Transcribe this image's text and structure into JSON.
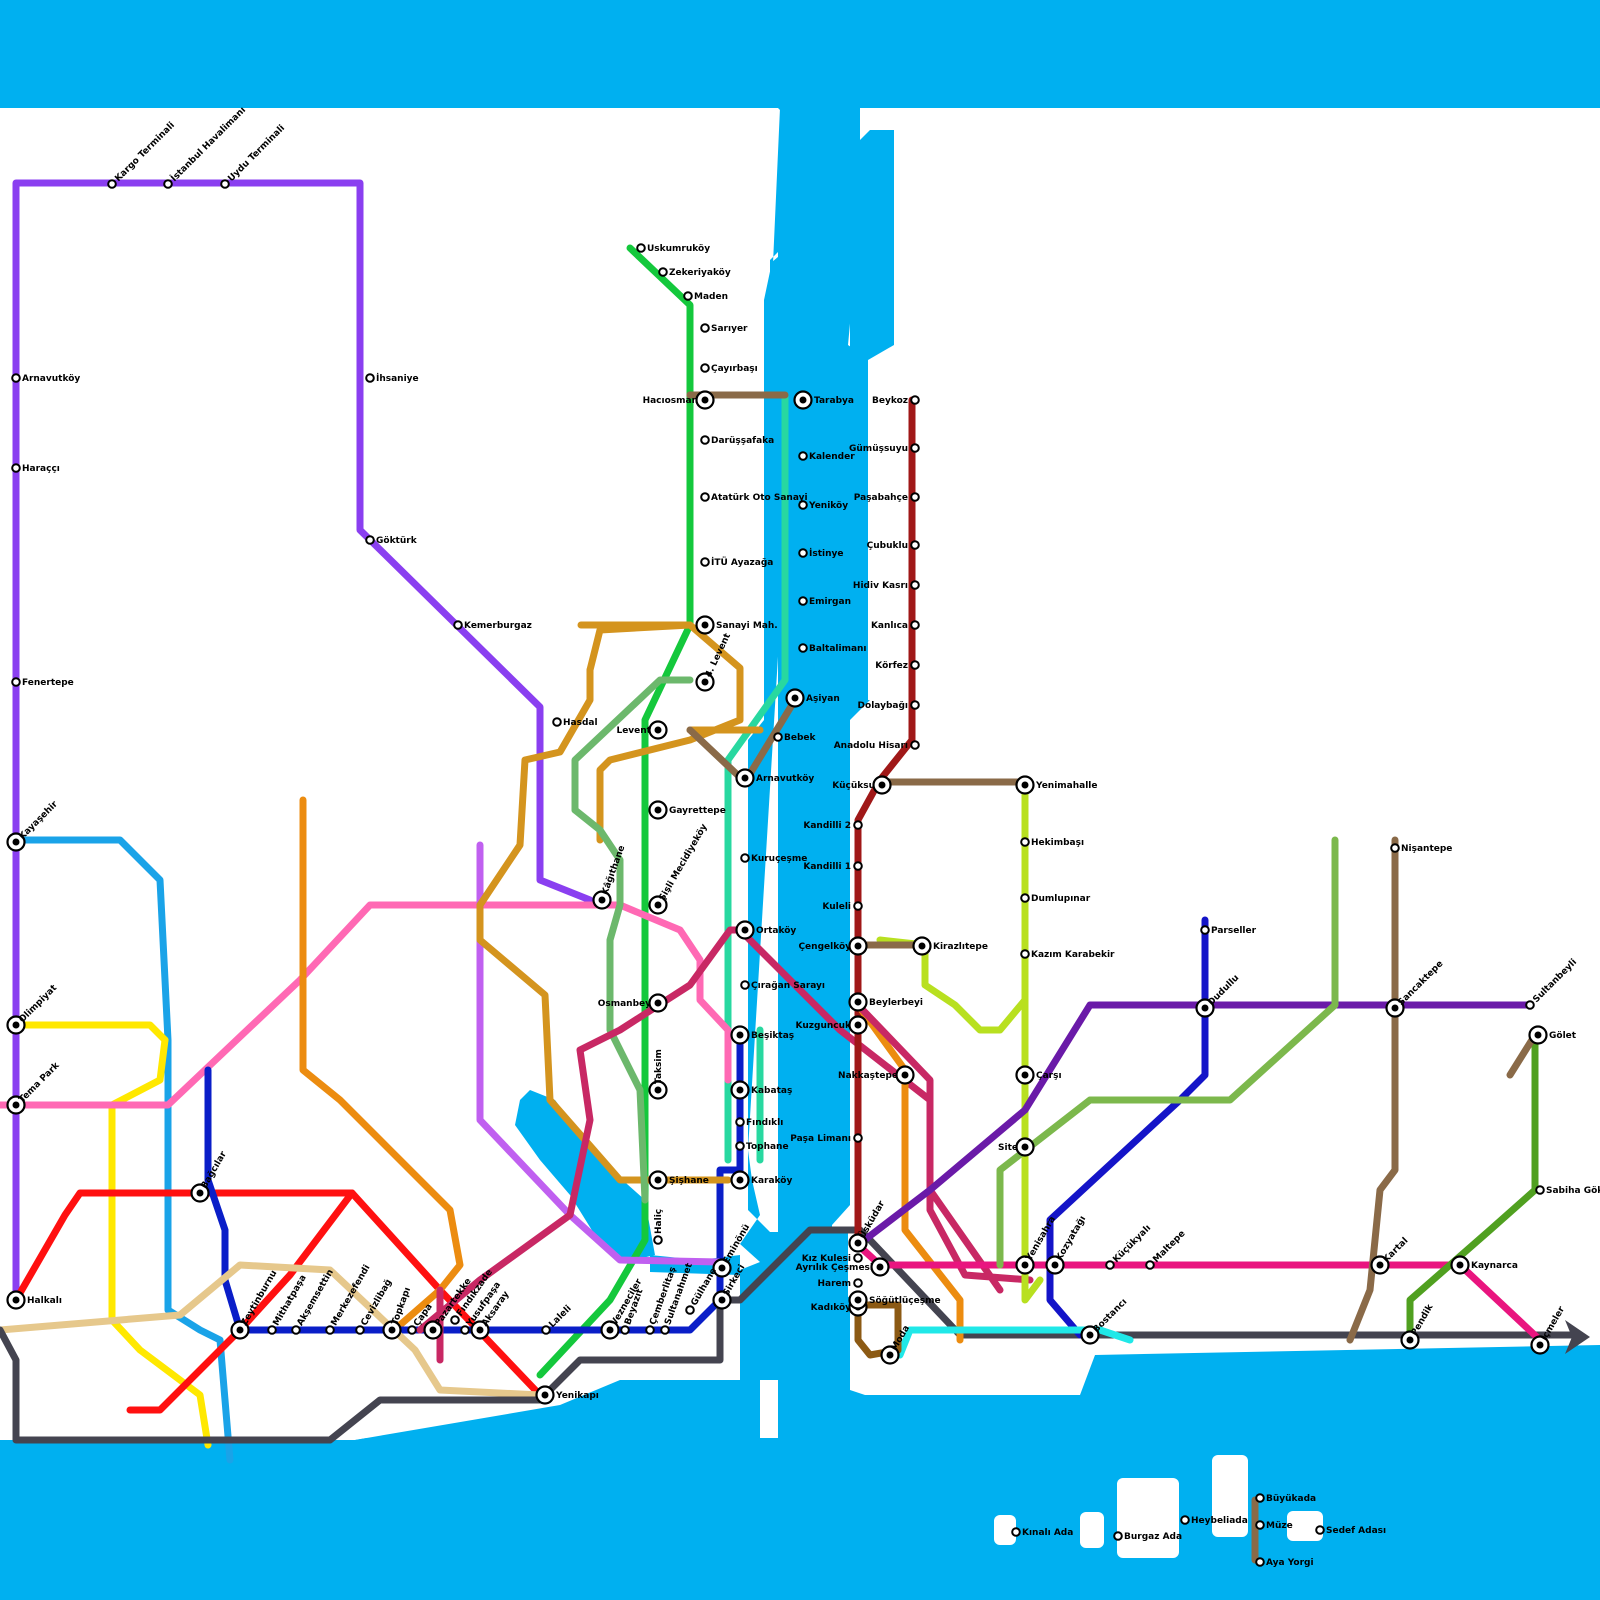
{
  "colors": {
    "water": "#00b0f0",
    "land": "#ffffff",
    "m1_airport": "#8a3ff0",
    "m2": "#14c83c",
    "m3_basaksehir": "#1aa3e8",
    "m4_kartal": "#e9157f",
    "m5": "#6a1aa8",
    "m6": "#8a6a48",
    "m7": "#f07ad0",
    "m9": "#ffe800",
    "m10": "#f47fbf",
    "m11": "#e8e800",
    "marmaray": "#444450",
    "halkali_red": "#ff1010",
    "orange": "#ec8c10",
    "tram_t1": "#0a1ec8",
    "lilac": "#c060f0",
    "gold": "#d4941e",
    "sage": "#6cb86c",
    "lime": "#b8e020",
    "darkred": "#a01818",
    "sand": "#e6c88c",
    "crimson": "#c82864",
    "navy": "#1414c8",
    "green2": "#50a020",
    "olive": "#7cb84c",
    "mint": "#28d8a0",
    "cyan": "#20e8e8",
    "brown": "#8c5a14",
    "pink2": "#ff69b4"
  },
  "stations": [
    {
      "name": "Kargo Terminali"
    },
    {
      "name": "İstanbul Havalimanı"
    },
    {
      "name": "Uydu Terminali"
    },
    {
      "name": "Arnavutköy"
    },
    {
      "name": "Haraççı"
    },
    {
      "name": "Fenertepe"
    },
    {
      "name": "Kayaşehir"
    },
    {
      "name": "Olimpiyat"
    },
    {
      "name": "Tema Park"
    },
    {
      "name": "Halkalı"
    },
    {
      "name": "İhsaniye"
    },
    {
      "name": "Göktürk"
    },
    {
      "name": "Kemerburgaz"
    },
    {
      "name": "Hasdal"
    },
    {
      "name": "Kâğıthane"
    },
    {
      "name": "Uskumruköy"
    },
    {
      "name": "Zekeriyaköy"
    },
    {
      "name": "Maden"
    },
    {
      "name": "Sarıyer"
    },
    {
      "name": "Çayırbaşı"
    },
    {
      "name": "Hacıosman"
    },
    {
      "name": "Darüşşafaka"
    },
    {
      "name": "Atatürk Oto Sanayi"
    },
    {
      "name": "İTÜ Ayazağa"
    },
    {
      "name": "Sanayi Mah."
    },
    {
      "name": "4. Levent"
    },
    {
      "name": "Levent"
    },
    {
      "name": "Gayrettepe"
    },
    {
      "name": "Şişli Mecidiyeköy"
    },
    {
      "name": "Osmanbey"
    },
    {
      "name": "Taksim"
    },
    {
      "name": "Şişhane"
    },
    {
      "name": "Haliç"
    },
    {
      "name": "Vezneciler"
    },
    {
      "name": "Yenikapı"
    },
    {
      "name": "Tarabya"
    },
    {
      "name": "Kalender"
    },
    {
      "name": "Yeniköy"
    },
    {
      "name": "İstinye"
    },
    {
      "name": "Emirgan"
    },
    {
      "name": "Baltalimanı"
    },
    {
      "name": "Aşiyan"
    },
    {
      "name": "Bebek"
    },
    {
      "name": "Arnavutköy"
    },
    {
      "name": "Kuruçeşme"
    },
    {
      "name": "Ortaköy"
    },
    {
      "name": "Çırağan Sarayı"
    },
    {
      "name": "Beşiktaş"
    },
    {
      "name": "Kabataş"
    },
    {
      "name": "Fındıklı"
    },
    {
      "name": "Tophane"
    },
    {
      "name": "Karaköy"
    },
    {
      "name": "Eminönü"
    },
    {
      "name": "Sirkeci"
    },
    {
      "name": "Gülhane"
    },
    {
      "name": "Sultanahmet"
    },
    {
      "name": "Çemberlitaş"
    },
    {
      "name": "Beyazıt"
    },
    {
      "name": "Laleli"
    },
    {
      "name": "Aksaray"
    },
    {
      "name": "Yusufpaşa"
    },
    {
      "name": "Fındıkzade"
    },
    {
      "name": "Çapa"
    },
    {
      "name": "Pazartekke"
    },
    {
      "name": "Topkapı"
    },
    {
      "name": "Cevizlibağ"
    },
    {
      "name": "Merkezefendi"
    },
    {
      "name": "Akşemsettin"
    },
    {
      "name": "Mithatpaşa"
    },
    {
      "name": "Zeytinburnu"
    },
    {
      "name": "Bağcılar"
    },
    {
      "name": "Beykoz"
    },
    {
      "name": "Gümüşsuyu"
    },
    {
      "name": "Paşabahçe"
    },
    {
      "name": "Çubuklu"
    },
    {
      "name": "Hidiv Kasrı"
    },
    {
      "name": "Kanlıca"
    },
    {
      "name": "Körfez"
    },
    {
      "name": "Dolaybağı"
    },
    {
      "name": "Anadolu Hisarı"
    },
    {
      "name": "Küçüksu"
    },
    {
      "name": "Yenimahalle"
    },
    {
      "name": "Kandilli 2"
    },
    {
      "name": "Kandilli 1"
    },
    {
      "name": "Kuleli"
    },
    {
      "name": "Çengelköy"
    },
    {
      "name": "Kirazlıtepe"
    },
    {
      "name": "Beylerbeyi"
    },
    {
      "name": "Kuzguncuk"
    },
    {
      "name": "Nakkaştepe"
    },
    {
      "name": "Paşa Limanı"
    },
    {
      "name": "Üsküdar"
    },
    {
      "name": "Kız Kulesi"
    },
    {
      "name": "Ayrılık Çeşmesi"
    },
    {
      "name": "Harem"
    },
    {
      "name": "Kadıköy"
    },
    {
      "name": "Söğütlüçeşme"
    },
    {
      "name": "Moda"
    },
    {
      "name": "Hekimbaşı"
    },
    {
      "name": "Dumlupınar"
    },
    {
      "name": "Kazım Karabekir"
    },
    {
      "name": "Çarşı"
    },
    {
      "name": "Site"
    },
    {
      "name": "Yenisahra"
    },
    {
      "name": "Kozyatağı"
    },
    {
      "name": "Bostancı"
    },
    {
      "name": "Küçükyalı"
    },
    {
      "name": "Maltepe"
    },
    {
      "name": "Kartal"
    },
    {
      "name": "Kaynarca"
    },
    {
      "name": "Pendik"
    },
    {
      "name": "Sabiha Gökçen"
    },
    {
      "name": "Sultanbeyli"
    },
    {
      "name": "Gölet"
    },
    {
      "name": "Nişantepe"
    },
    {
      "name": "Sancaktepe"
    },
    {
      "name": "Dudullu"
    },
    {
      "name": "Parseller"
    },
    {
      "name": "İçmeler"
    },
    {
      "name": "Büyükada"
    },
    {
      "name": "Heybeliada"
    },
    {
      "name": "Burgaz Ada"
    },
    {
      "name": "Kınalı Ada"
    },
    {
      "name": "Sedef Adası"
    },
    {
      "name": "Müze"
    },
    {
      "name": "Aya Yorgi"
    }
  ]
}
